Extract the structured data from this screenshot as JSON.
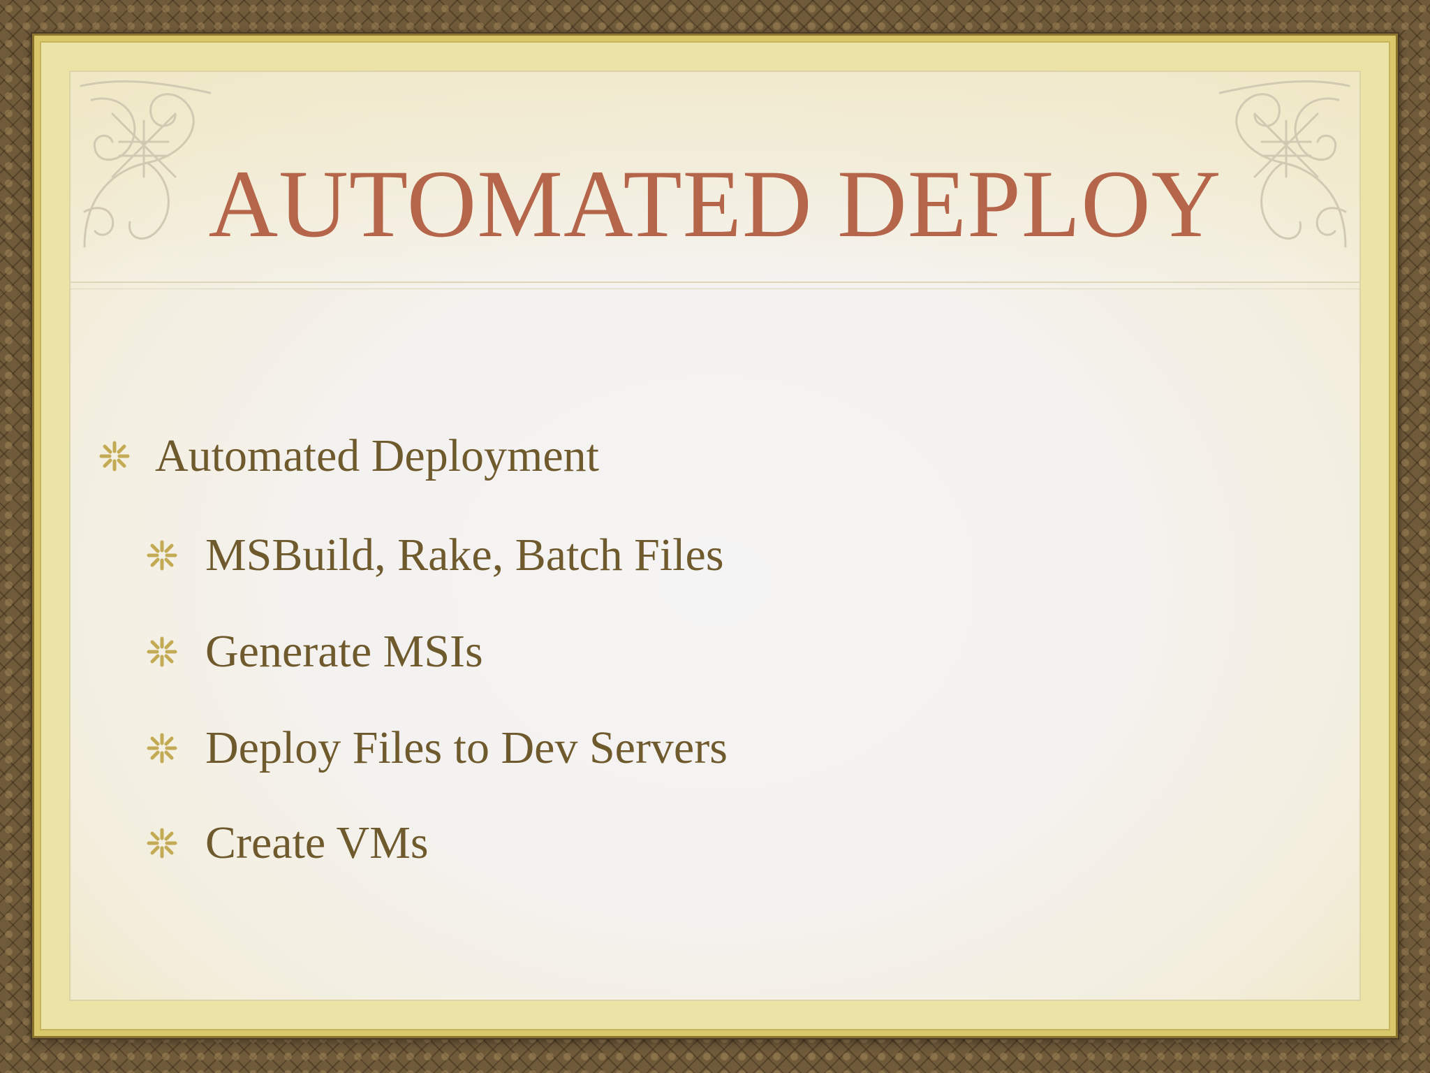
{
  "slide": {
    "title": "AUTOMATED DEPLOY",
    "bullets": [
      {
        "text": "Automated Deployment",
        "level": 1
      },
      {
        "text": "MSBuild, Rake, Batch Files",
        "level": 2
      },
      {
        "text": "Generate MSIs",
        "level": 2
      },
      {
        "text": "Deploy Files to Dev Servers",
        "level": 2
      },
      {
        "text": "Create VMs",
        "level": 2
      }
    ],
    "bullet_icon": "asterisk-flower-icon",
    "ornament_icon": "flourish-ornament-icon"
  },
  "colors": {
    "title": "#b5654a",
    "body_text": "#6f5a2e",
    "bullet_mark": "#c3ab55",
    "frame_gold": "#d9c96a",
    "border_brown": "#6f5a3a"
  }
}
